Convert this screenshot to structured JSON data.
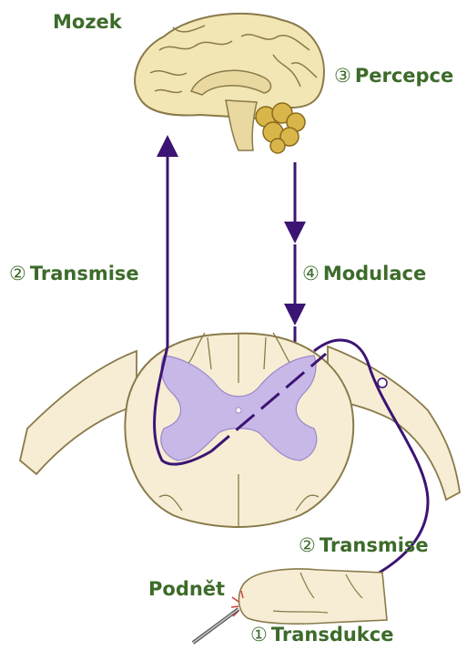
{
  "labels": {
    "brain": "Mozek",
    "perception": "Percepce",
    "perception_num": "③",
    "transmission_left": "Transmise",
    "transmission_left_num": "②",
    "modulation": "Modulace",
    "modulation_num": "④",
    "transmission_right": "Transmise",
    "transmission_right_num": "②",
    "stimulus": "Podnět",
    "transduction": "Transdukce",
    "transduction_num": "①"
  },
  "colors": {
    "label_green": "#3d6b2a",
    "pathway_purple": "#3c1473",
    "brain_fill": "#f2e6b4",
    "brain_stroke": "#8a7a4a",
    "cerebellum_fill": "#d8b64a",
    "spinal_fill": "#f6edd4",
    "gray_matter_fill": "#c8b8e8"
  }
}
